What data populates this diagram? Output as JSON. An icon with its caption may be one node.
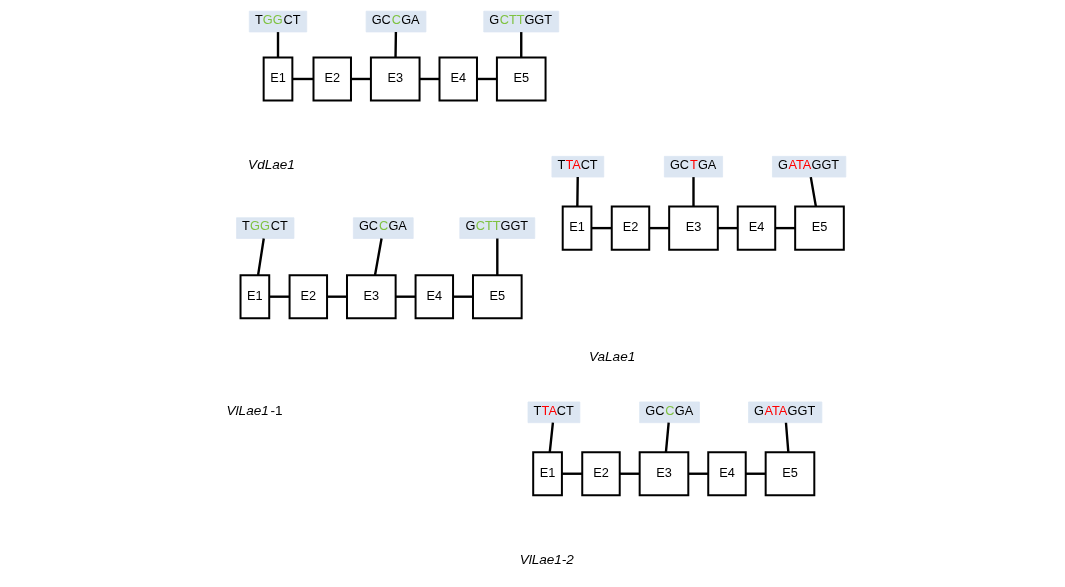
{
  "diagram": {
    "nodes": [
      {
        "text": [
          "TGGCT"
        ]
      },
      {
        "text": [
          "GCCGA"
        ]
      },
      {
        "text": [
          "GCTTGGT"
        ]
      },
      {
        "text": [
          "E1"
        ]
      },
      {
        "text": [
          "E2"
        ]
      },
      {
        "text": [
          "E3"
        ]
      },
      {
        "text": [
          "E4"
        ]
      },
      {
        "text": [
          "E5"
        ]
      },
      {
        "text": [
          "TTACT"
        ]
      },
      {
        "text": [
          "GCTGA"
        ]
      },
      {
        "text": [
          "GATAGGT"
        ]
      },
      {
        "text": [
          "E1"
        ]
      },
      {
        "text": [
          "E2"
        ]
      },
      {
        "text": [
          "E3"
        ]
      },
      {
        "text": [
          "E4"
        ]
      },
      {
        "text": [
          "E5"
        ]
      },
      {
        "text": [
          "TGGCT"
        ]
      },
      {
        "text": [
          "GCCGA"
        ]
      },
      {
        "text": [
          "GCTTGGT"
        ]
      },
      {
        "text": [
          "E1"
        ]
      },
      {
        "text": [
          "E2"
        ]
      },
      {
        "text": [
          "E3"
        ]
      },
      {
        "text": [
          "E4"
        ]
      },
      {
        "text": [
          "E5"
        ]
      },
      {
        "text": [
          "TTACT"
        ]
      },
      {
        "text": [
          "GCCGA"
        ]
      },
      {
        "text": [
          "GATAGGT"
        ]
      },
      {
        "text": [
          "E1"
        ]
      },
      {
        "text": [
          "E2"
        ]
      },
      {
        "text": [
          "E3"
        ]
      },
      {
        "text": [
          "E4"
        ]
      },
      {
        "text": [
          "E5"
        ]
      }
    ],
    "edges": [
      {
        "from": 0,
        "to": 3,
        "arrow": "none"
      },
      {
        "from": 1,
        "to": 5,
        "arrow": "none"
      },
      {
        "from": 2,
        "to": 7,
        "arrow": "none"
      },
      {
        "from": 3,
        "to": 4,
        "arrow": "none"
      },
      {
        "from": 4,
        "to": 5,
        "arrow": "none"
      },
      {
        "from": 5,
        "to": 6,
        "arrow": "none"
      },
      {
        "from": 6,
        "to": 7,
        "arrow": "none"
      },
      {
        "from": 8,
        "to": 11,
        "arrow": "none"
      },
      {
        "from": 9,
        "to": 13,
        "arrow": "none"
      },
      {
        "from": 10,
        "to": 15,
        "arrow": "none"
      },
      {
        "from": 11,
        "to": 12,
        "arrow": "none"
      },
      {
        "from": 12,
        "to": 13,
        "arrow": "none"
      },
      {
        "from": 13,
        "to": 14,
        "arrow": "none"
      },
      {
        "from": 14,
        "to": 15,
        "arrow": "none"
      },
      {
        "from": 16,
        "to": 19,
        "arrow": "none"
      },
      {
        "from": 17,
        "to": 21,
        "arrow": "none"
      },
      {
        "from": 18,
        "to": 23,
        "arrow": "none"
      },
      {
        "from": 19,
        "to": 20,
        "arrow": "none"
      },
      {
        "from": 20,
        "to": 21,
        "arrow": "none"
      },
      {
        "from": 21,
        "to": 22,
        "arrow": "none"
      },
      {
        "from": 22,
        "to": 23,
        "arrow": "none"
      },
      {
        "from": 24,
        "to": 27,
        "arrow": "none"
      },
      {
        "from": 25,
        "to": 29,
        "arrow": "none"
      },
      {
        "from": 26,
        "to": 31,
        "arrow": "none"
      },
      {
        "from": 27,
        "to": 28,
        "arrow": "none"
      },
      {
        "from": 28,
        "to": 29,
        "arrow": "none"
      },
      {
        "from": 29,
        "to": 30,
        "arrow": "none"
      },
      {
        "from": 30,
        "to": 31,
        "arrow": "none"
      }
    ],
    "labels": [
      "VdLae1",
      "VaLae1",
      "*VlLae1*-1",
      "VlLae1-2"
    ]
  }
}
